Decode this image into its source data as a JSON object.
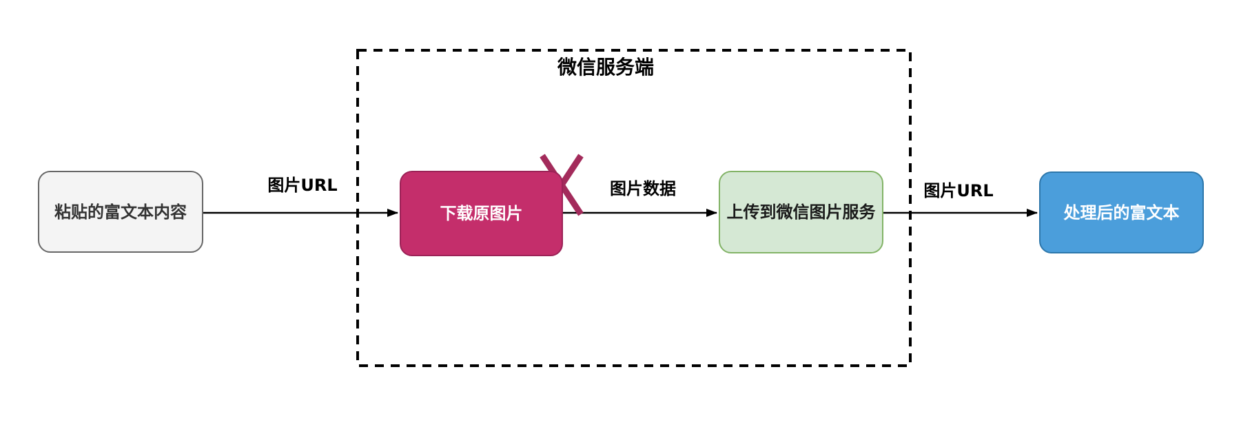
{
  "diagram": {
    "container": {
      "label": "微信服务端",
      "border_color": "#000000"
    },
    "nodes": [
      {
        "name": "pasted-rich-text",
        "label": "粘贴的富文本内容",
        "fill": "#f4f4f4",
        "border": "#666666",
        "text": "#333333"
      },
      {
        "name": "download-original-image",
        "label": "下载原图片",
        "fill": "#c42e6b",
        "border": "#9c2257",
        "text": "#ffffff"
      },
      {
        "name": "upload-to-wechat-image-service",
        "label": "上传到微信图片服务",
        "fill": "#d5e8d4",
        "border": "#82b366",
        "text": "#1a1a1a"
      },
      {
        "name": "processed-rich-text",
        "label": "处理后的富文本",
        "fill": "#4b9edb",
        "border": "#2d77ab",
        "text": "#ffffff"
      }
    ],
    "edges": [
      {
        "label": "图片URL"
      },
      {
        "label": "图片数据"
      },
      {
        "label": "图片URL"
      }
    ],
    "edge_color": "#000000",
    "x_mark": {
      "color": "#a32b5b"
    }
  }
}
